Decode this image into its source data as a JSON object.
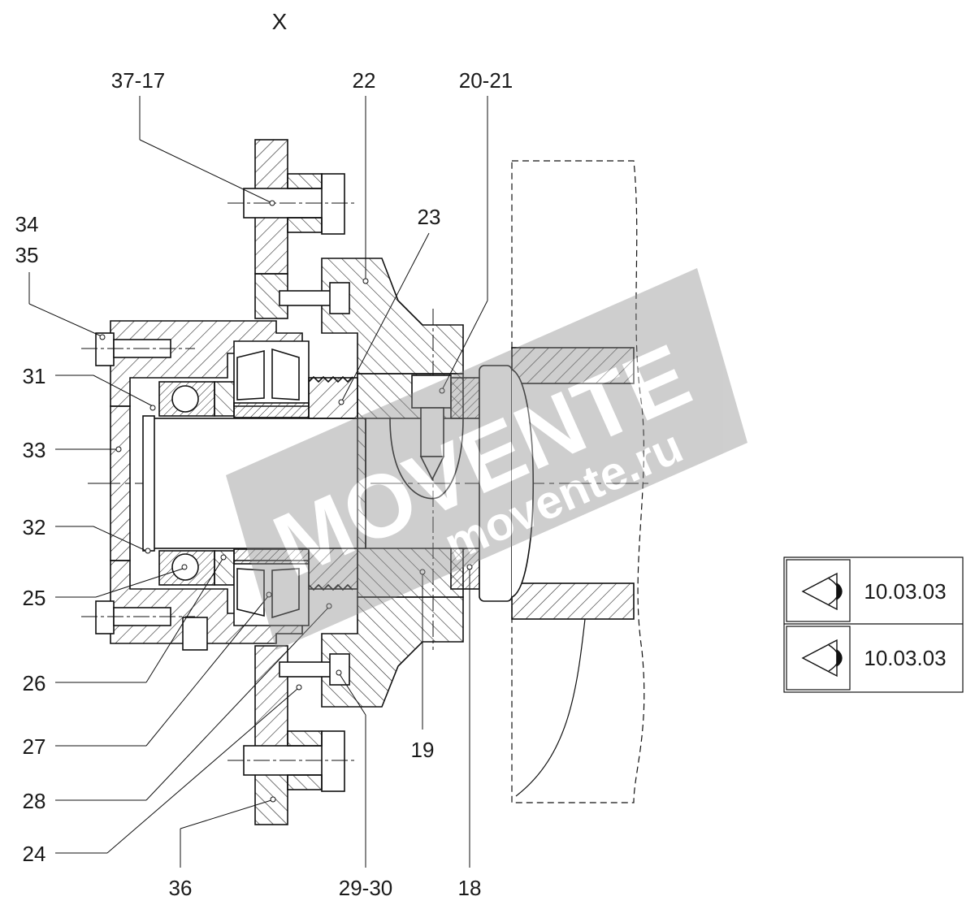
{
  "title": "X",
  "labels": {
    "p37_17": "37-17",
    "p22": "22",
    "p20_21": "20-21",
    "p34": "34",
    "p35": "35",
    "p23": "23",
    "p31": "31",
    "p33": "33",
    "p32": "32",
    "p25": "25",
    "p26": "26",
    "p27": "27",
    "p28": "28",
    "p24": "24",
    "p36": "36",
    "p29_30": "29-30",
    "p18": "18",
    "p19": "19"
  },
  "references": [
    {
      "code": "10.03.03",
      "icon": "view-eye-icon"
    },
    {
      "code": "10.03.03",
      "icon": "view-eye-icon"
    }
  ],
  "watermark": {
    "brand": "MOVENTE",
    "site": "movente.ru",
    "color": "#9a9a9a"
  }
}
